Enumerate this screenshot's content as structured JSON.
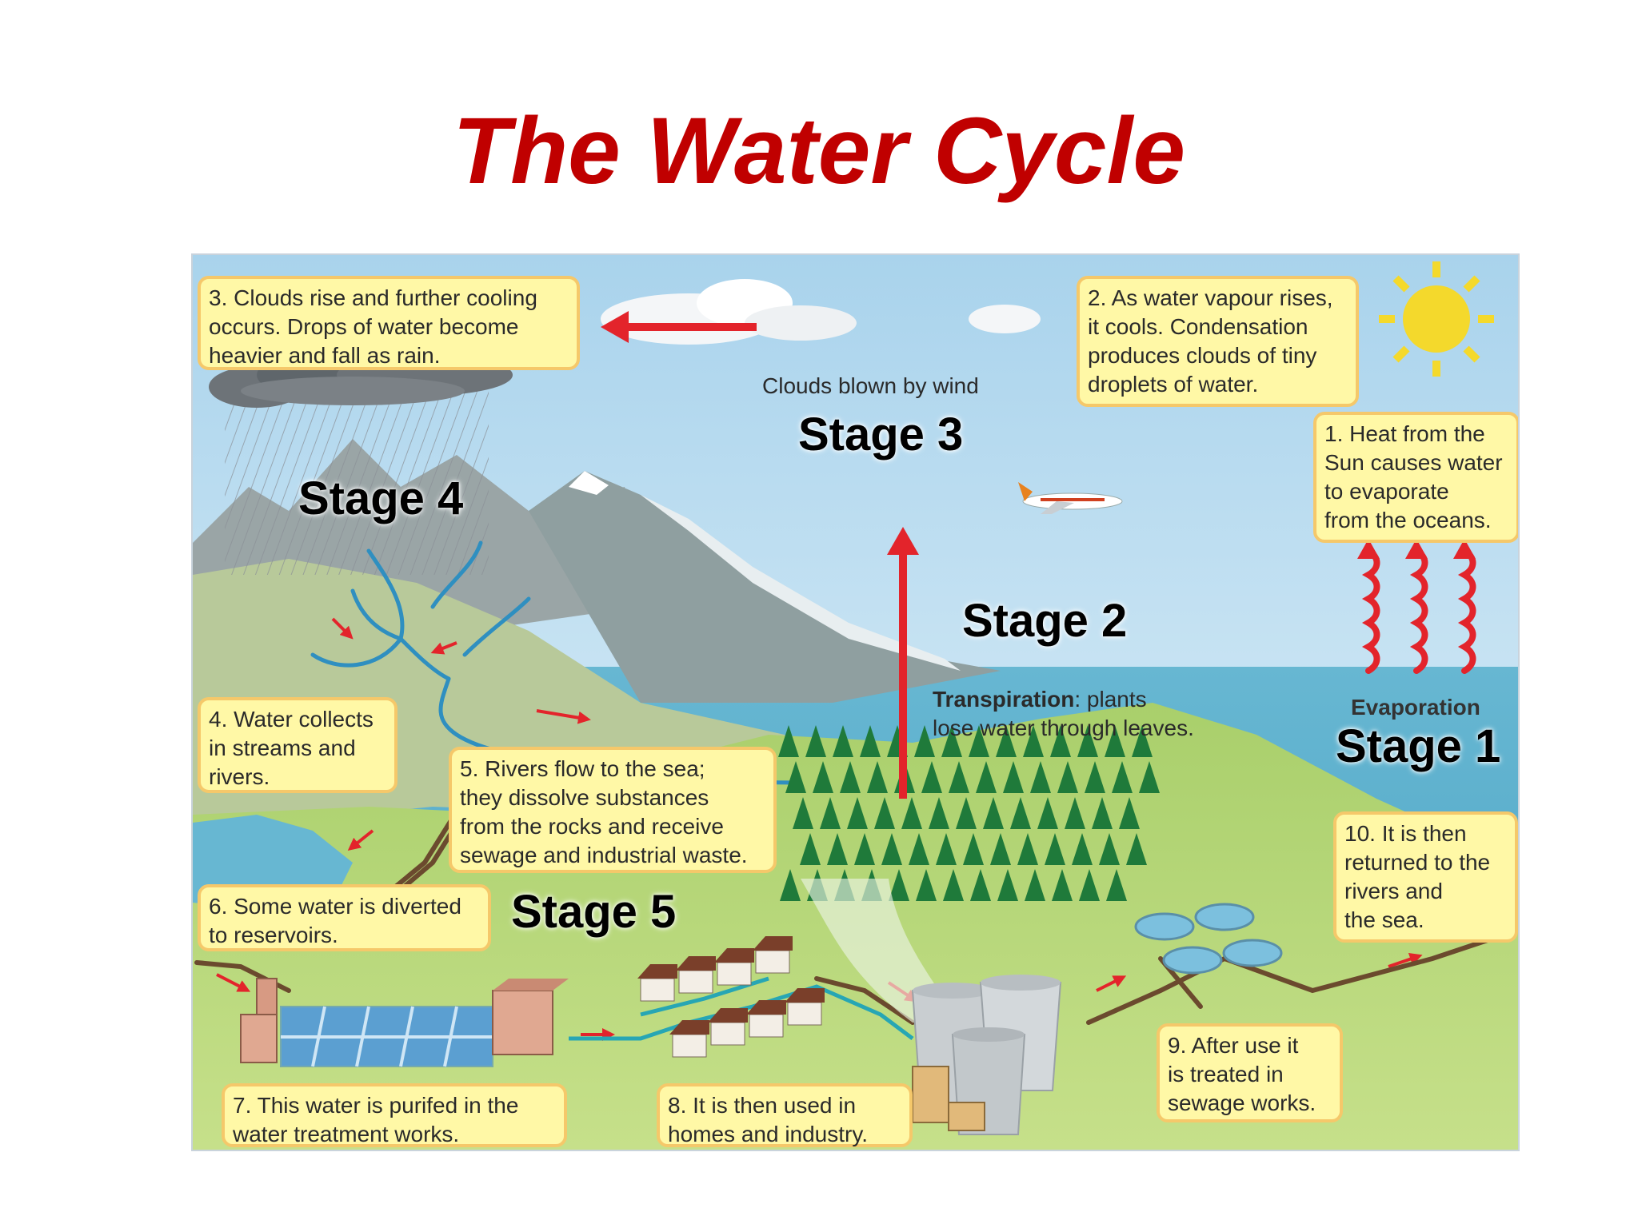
{
  "title": "The Water Cycle",
  "diagram": {
    "callouts": {
      "step1": "1. Heat from the\nSun causes water\nto evaporate\nfrom the oceans.",
      "step2": "2. As water vapour rises,\nit cools. Condensation\nproduces clouds of tiny\ndroplets of water.",
      "step3": "3. Clouds rise and further cooling\noccurs. Drops of water become\nheavier and fall as rain.",
      "step4": "4. Water collects\nin streams and\nrivers.",
      "step5": "5. Rivers flow to the sea;\nthey dissolve substances\nfrom the rocks and receive\nsewage and industrial waste.",
      "step6": "6. Some water is diverted\nto reservoirs.",
      "step7": "7. This water is purifed in the\nwater treatment works.",
      "step8": "8. It is then used in\nhomes and industry.",
      "step9": "9. After use it\nis treated in\nsewage works.",
      "step10": "10. It is then\nreturned to the\nrivers and\nthe sea."
    },
    "labels": {
      "clouds_wind": "Clouds blown by wind",
      "transpiration_term": "Transpiration",
      "transpiration_rest": ": plants",
      "transpiration_line2": "lose water through leaves.",
      "evaporation": "Evaporation"
    },
    "stages": {
      "stage1": "Stage 1",
      "stage2": "Stage 2",
      "stage3": "Stage 3",
      "stage4": "Stage 4",
      "stage5": "Stage 5"
    },
    "colors": {
      "title": "#c00000",
      "callout_fill": "#fff8a6",
      "callout_border": "#f5c86a",
      "arrow_red": "#e3242b",
      "sky": "#bcdff0",
      "sea": "#5fb2cf",
      "land": "#b9d87a"
    }
  }
}
